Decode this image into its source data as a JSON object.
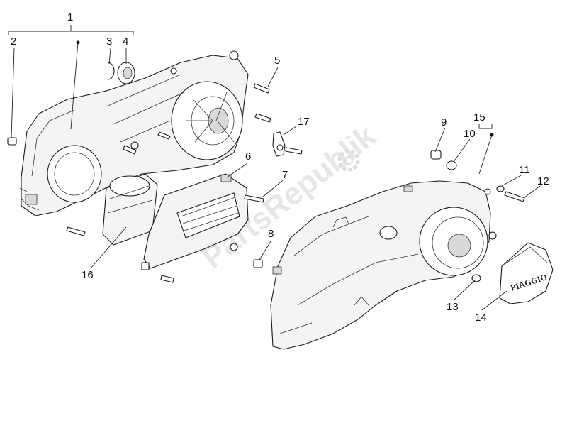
{
  "watermark": "PartsRepublik",
  "cover_logo_text": "PIAGGIO",
  "callouts": [
    {
      "id": "1",
      "label": "1"
    },
    {
      "id": "2",
      "label": "2"
    },
    {
      "id": "3",
      "label": "3"
    },
    {
      "id": "4",
      "label": "4"
    },
    {
      "id": "5",
      "label": "5"
    },
    {
      "id": "6",
      "label": "6"
    },
    {
      "id": "7",
      "label": "7"
    },
    {
      "id": "8",
      "label": "8"
    },
    {
      "id": "9",
      "label": "9"
    },
    {
      "id": "10",
      "label": "10"
    },
    {
      "id": "11",
      "label": "11"
    },
    {
      "id": "12",
      "label": "12"
    },
    {
      "id": "13",
      "label": "13"
    },
    {
      "id": "14",
      "label": "14"
    },
    {
      "id": "15",
      "label": "15"
    },
    {
      "id": "16",
      "label": "16"
    },
    {
      "id": "17",
      "label": "17"
    }
  ]
}
